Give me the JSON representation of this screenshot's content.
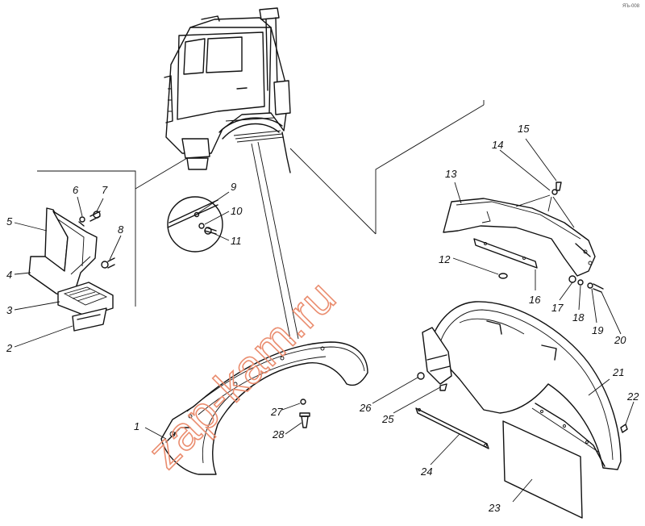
{
  "watermark": "zap-kam.ru",
  "corner_code": "ЯЪ-008",
  "callouts": [
    {
      "n": "1"
    },
    {
      "n": "2"
    },
    {
      "n": "3"
    },
    {
      "n": "4"
    },
    {
      "n": "5"
    },
    {
      "n": "6"
    },
    {
      "n": "7"
    },
    {
      "n": "8"
    },
    {
      "n": "9"
    },
    {
      "n": "10"
    },
    {
      "n": "11"
    },
    {
      "n": "12"
    },
    {
      "n": "13"
    },
    {
      "n": "14"
    },
    {
      "n": "15"
    },
    {
      "n": "16"
    },
    {
      "n": "17"
    },
    {
      "n": "18"
    },
    {
      "n": "19"
    },
    {
      "n": "20"
    },
    {
      "n": "21"
    },
    {
      "n": "22"
    },
    {
      "n": "23"
    },
    {
      "n": "24"
    },
    {
      "n": "25"
    },
    {
      "n": "26"
    },
    {
      "n": "27"
    },
    {
      "n": "28"
    }
  ]
}
